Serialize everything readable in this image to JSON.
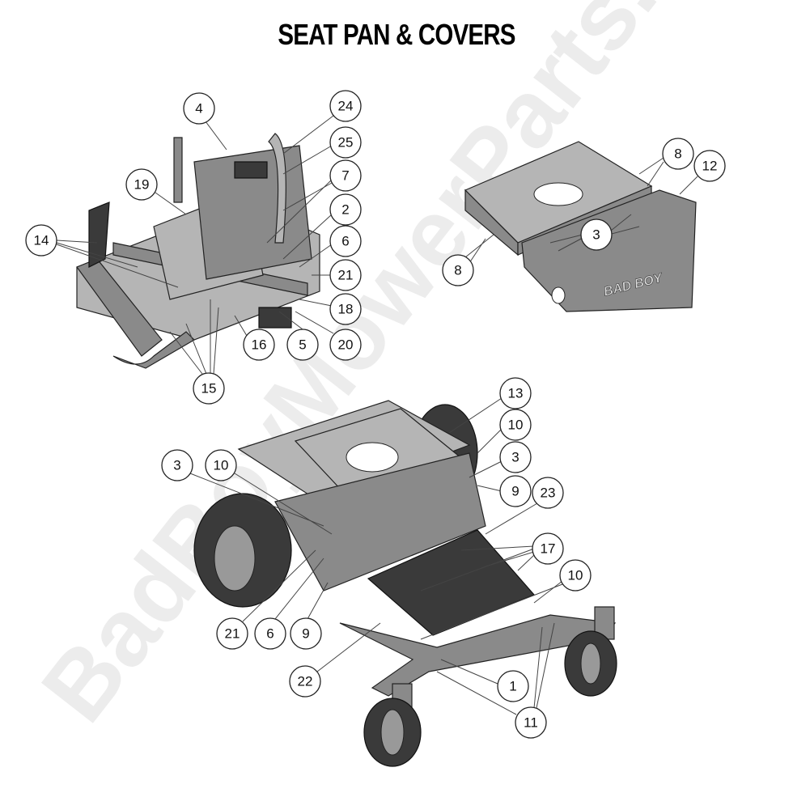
{
  "title": "SEAT PAN & COVERS",
  "watermark": "BadBoyMowerParts.com",
  "cover_logo": "BAD BOY",
  "callouts": {
    "tl": [
      "4",
      "24",
      "25",
      "19",
      "7",
      "2",
      "14",
      "6",
      "21",
      "18",
      "16",
      "5",
      "20",
      "15"
    ],
    "tr": [
      "8",
      "12",
      "3",
      "8"
    ],
    "bottom": [
      "13",
      "10",
      "3",
      "9",
      "23",
      "3",
      "10",
      "17",
      "10",
      "21",
      "6",
      "9",
      "22",
      "1",
      "11"
    ]
  }
}
